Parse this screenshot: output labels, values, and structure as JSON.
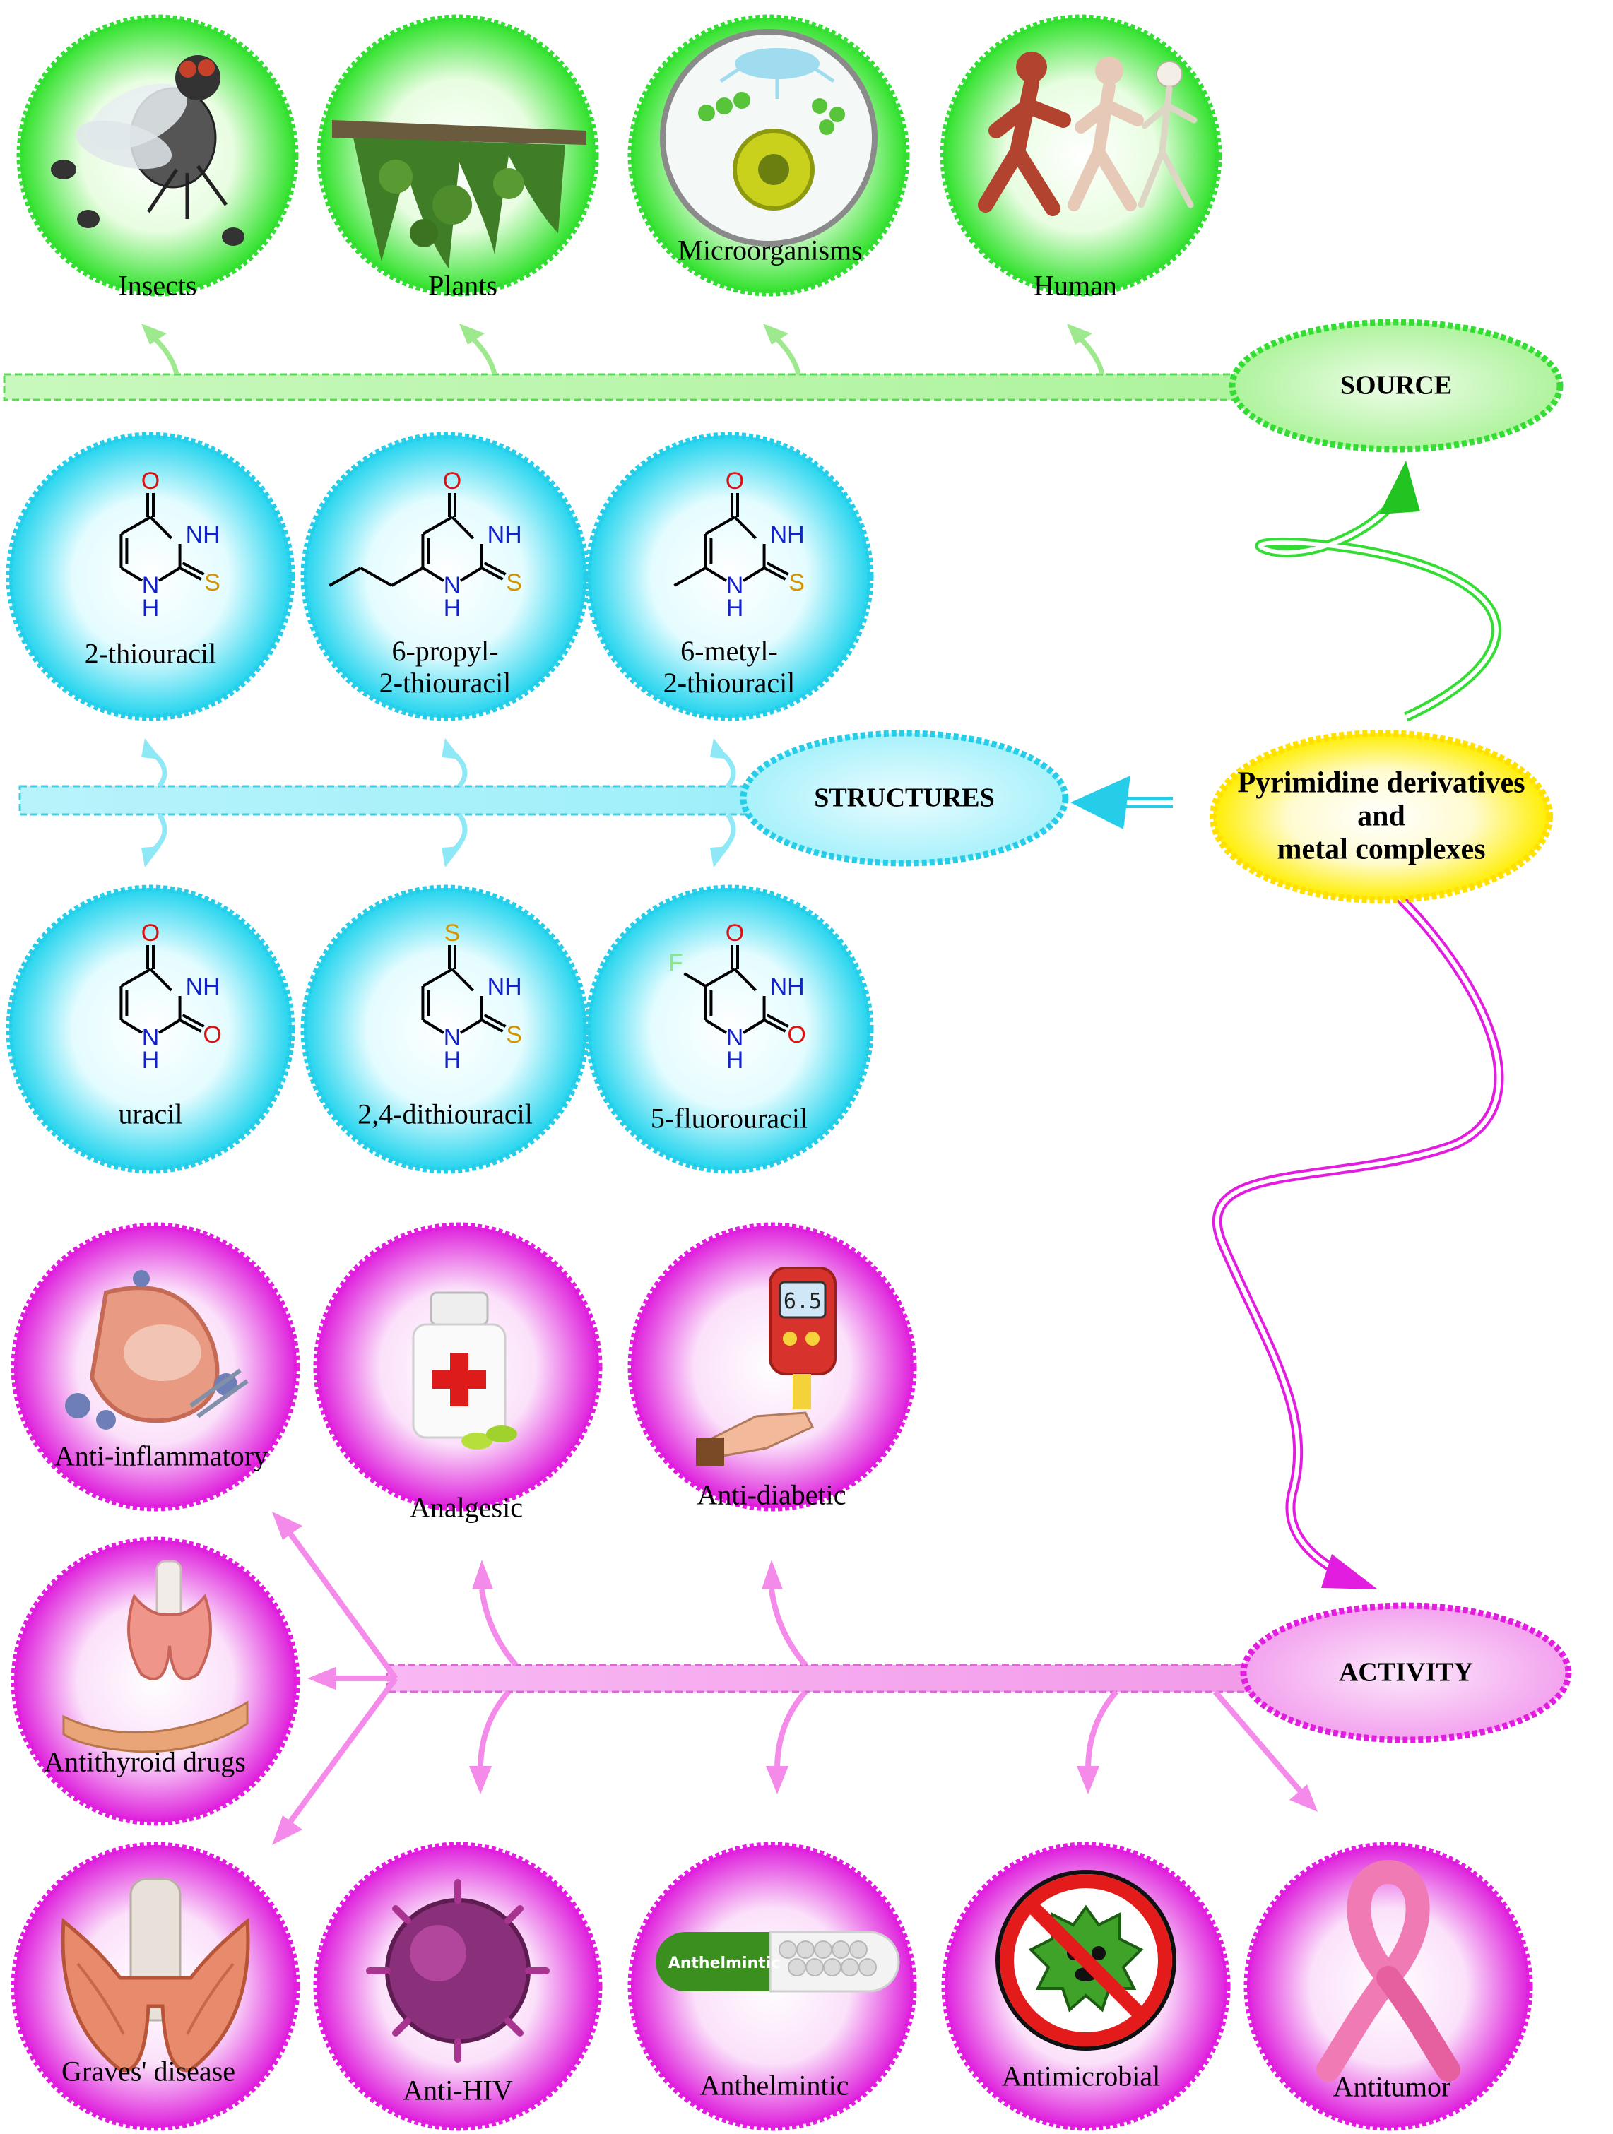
{
  "center": {
    "label_lines": [
      "Pyrimidine derivatives",
      "and",
      "metal complexes"
    ]
  },
  "hubs": {
    "source": "SOURCE",
    "structures": "STRUCTURES",
    "activity": "ACTIVITY"
  },
  "source": {
    "items": [
      {
        "label": "Insects",
        "icon": "fly-icon"
      },
      {
        "label": "Plants",
        "icon": "plant-icon"
      },
      {
        "label": "Microorganisms",
        "icon": "microorganism-icon"
      },
      {
        "label": "Human",
        "icon": "human-anatomy-icon"
      }
    ]
  },
  "structures": {
    "items": [
      {
        "label_lines": [
          "2-thiouracil"
        ],
        "substituent": "",
        "c4": "O",
        "c2": "S"
      },
      {
        "label_lines": [
          "6-propyl-",
          "2-thiouracil"
        ],
        "substituent": "propyl",
        "c4": "O",
        "c2": "S"
      },
      {
        "label_lines": [
          "6-metyl-",
          "2-thiouracil"
        ],
        "substituent": "methyl",
        "c4": "O",
        "c2": "S"
      },
      {
        "label_lines": [
          "uracil"
        ],
        "substituent": "",
        "c4": "O",
        "c2": "O"
      },
      {
        "label_lines": [
          "2,4-dithiouracil"
        ],
        "substituent": "",
        "c4": "S",
        "c2": "S"
      },
      {
        "label_lines": [
          "5-fluorouracil"
        ],
        "substituent": "F",
        "c4": "O",
        "c2": "O"
      }
    ],
    "atom_labels": {
      "nh": "NH",
      "n1": "N",
      "h": "H"
    }
  },
  "activity": {
    "items": [
      {
        "label": "Anti-inflammatory",
        "icon": "inflammation-icon"
      },
      {
        "label": "Analgesic",
        "icon": "pill-bottle-icon"
      },
      {
        "label": "Anti-diabetic",
        "icon": "glucose-meter-icon"
      },
      {
        "label": "Antithyroid drugs",
        "icon": "thyroid-hand-icon"
      },
      {
        "label": "Graves' disease",
        "icon": "thyroid-gland-icon"
      },
      {
        "label": "Anti-HIV",
        "icon": "virus-icon"
      },
      {
        "label": "Anthelmintic",
        "icon": "capsule-icon"
      },
      {
        "label": "Antimicrobial",
        "icon": "no-microbe-icon"
      },
      {
        "label": "Antitumor",
        "icon": "awareness-ribbon-icon"
      }
    ],
    "meter_reading": "6.5",
    "capsule_text": "Anthelmintic"
  },
  "colors": {
    "source": "#33dd33",
    "source_light": "#b6f5a8",
    "structures": "#33d6ee",
    "structures_light": "#c4f7ff",
    "activity": "#e21de0",
    "activity_light": "#f7a6f1",
    "center": "#ffee00",
    "oxygen": "#dd1111",
    "nitrogen": "#1122cc",
    "sulfur": "#d69400",
    "fluorine": "#88e888"
  }
}
